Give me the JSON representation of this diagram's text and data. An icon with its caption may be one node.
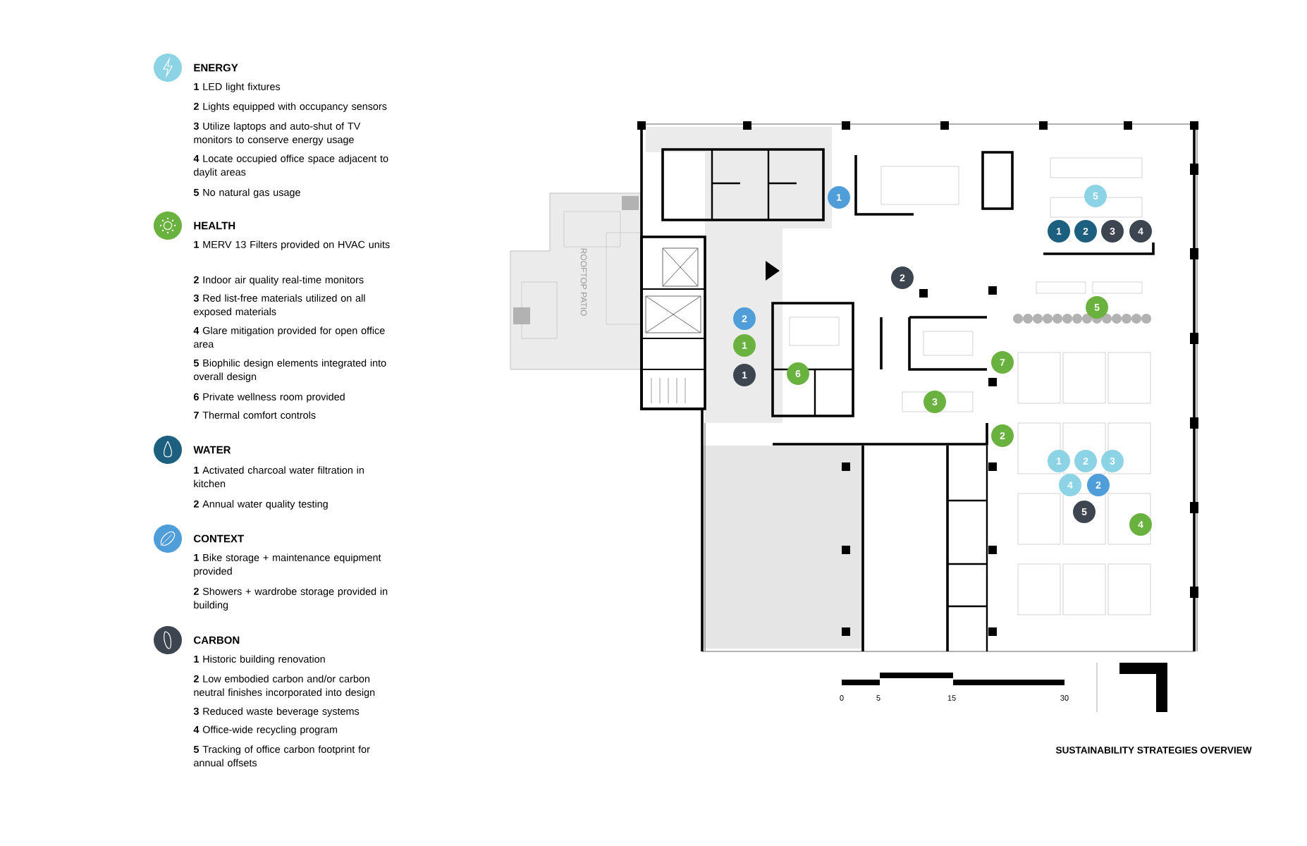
{
  "diagram": {
    "caption": "SUSTAINABILITY STRATEGIES OVERVIEW",
    "nodes": [
      {
        "text": [
          "1"
        ]
      },
      {
        "text": [
          "5"
        ]
      },
      {
        "text": [
          "1"
        ]
      },
      {
        "text": [
          "2"
        ]
      },
      {
        "text": [
          "3"
        ]
      },
      {
        "text": [
          "4"
        ]
      },
      {
        "text": [
          "2"
        ]
      },
      {
        "text": [
          "5"
        ]
      },
      {
        "text": [
          "2"
        ]
      },
      {
        "text": [
          "1"
        ]
      },
      {
        "text": [
          "7"
        ]
      },
      {
        "text": [
          "6"
        ]
      },
      {
        "text": [
          "1"
        ]
      },
      {
        "text": [
          "3"
        ]
      },
      {
        "text": [
          "2"
        ]
      },
      {
        "text": [
          "1"
        ]
      },
      {
        "text": [
          "2"
        ]
      },
      {
        "text": [
          "3"
        ]
      },
      {
        "text": [
          "4"
        ]
      },
      {
        "text": [
          "2"
        ]
      },
      {
        "text": [
          "5"
        ]
      },
      {
        "text": [
          "4"
        ]
      }
    ],
    "edges": [],
    "labels": [
      "**1** LED light fixtures",
      "**2** Lights equipped with occupancy sensors",
      "**3** Utilize laptops and auto-shut of TV monitors to conserve energy usage",
      "**4** Locate occupied office space adjacent to daylit areas",
      "**5** No natural gas usage",
      "**1** MERV 13 Filters provided on HVAC units",
      "**2** Indoor air quality real-time monitors",
      "**3** Red list-free materials utilized on all exposed materials",
      "**4** Glare mitigation provided for open office area",
      "**5** Biophilic design elements integrated into overall design",
      "**6** Private wellness room provided",
      "**7** Thermal comfort controls",
      "**1** Activated charcoal water filtration in kitchen",
      "**2** Annual water quality testing",
      "**1** Bike storage + maintenance equipment provided",
      "**2** Showers + wardrobe storage provided in building",
      "**1** Historic building renovation",
      "**2** Low embodied carbon and/or carbon neutral finishes incorporated into design",
      "**3** Reduced waste beverage systems",
      "**4** Office-wide recycling program",
      "**5** Tracking of office carbon footprint for annual offsets",
      "ROOFTOP PATIO",
      "0",
      "5",
      "15",
      "30"
    ],
    "legend": [
      {
        "text": "ENERGY",
        "color": "#8dd3e6"
      },
      {
        "text": "HEALTH",
        "color": "#6ab23f"
      },
      {
        "text": "WATER",
        "color": "#1d5f7e"
      },
      {
        "text": "CONTEXT",
        "color": "#4f9ed9"
      },
      {
        "text": "CARBON",
        "color": "#3d4550"
      }
    ]
  }
}
